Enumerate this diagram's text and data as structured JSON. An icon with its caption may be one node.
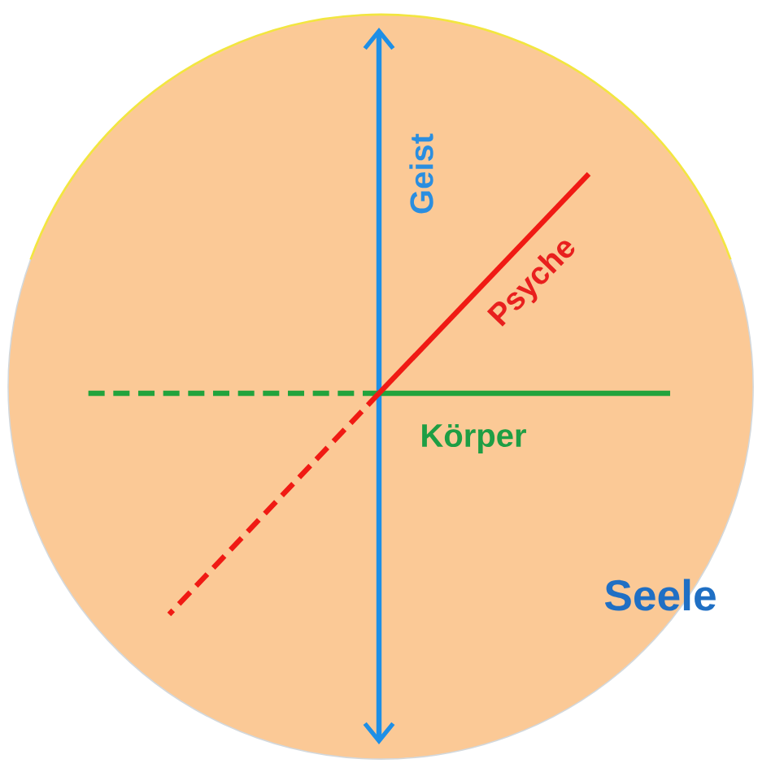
{
  "diagram": {
    "nodes": [
      {
        "text": [
          "Seele"
        ]
      }
    ],
    "labels": [
      "Geist",
      "Psyche",
      "Körper"
    ]
  }
}
